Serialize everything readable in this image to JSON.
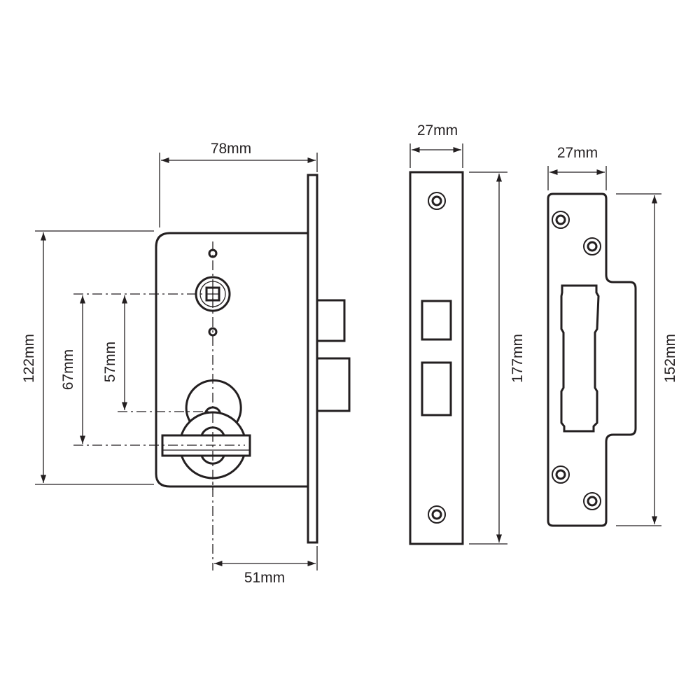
{
  "diagram": {
    "lock_body": {
      "width_label": "78mm",
      "height_label": "122mm",
      "centres_lever_label": "67mm",
      "centres_turn_label": "57mm",
      "backset_label": "51mm"
    },
    "forend": {
      "width_label": "27mm",
      "height_label": "177mm"
    },
    "strike_plate": {
      "width_label": "27mm",
      "height_label": "152mm"
    },
    "line_color": "#231f20"
  }
}
